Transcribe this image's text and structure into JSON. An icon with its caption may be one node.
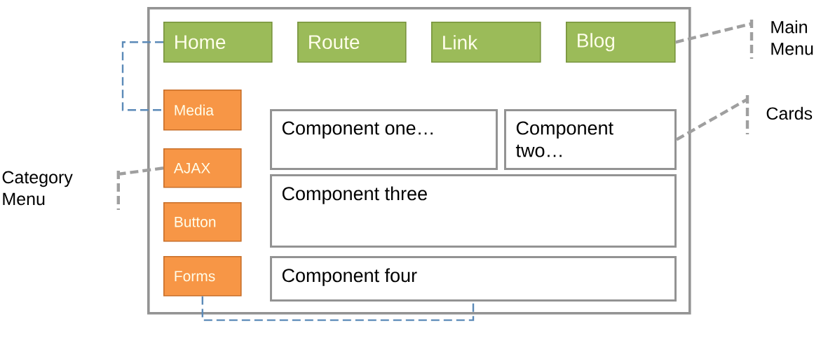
{
  "diagram": {
    "nodes": [
      {
        "text": [],
        "shape": "box"
      },
      {
        "text": [
          "Home"
        ],
        "in": 0
      },
      {
        "text": [
          "Route"
        ],
        "in": 0
      },
      {
        "text": [
          "Link"
        ],
        "in": 0
      },
      {
        "text": [
          "Blog"
        ],
        "in": 0
      },
      {
        "text": [
          "Media"
        ],
        "in": 0
      },
      {
        "text": [
          "AJAX"
        ],
        "in": 0
      },
      {
        "text": [
          "Button"
        ],
        "in": 0
      },
      {
        "text": [
          "Forms"
        ],
        "in": 0
      },
      {
        "text": [
          "Component one…"
        ],
        "in": 0
      },
      {
        "text": [
          "Component two…"
        ],
        "in": 0
      },
      {
        "text": [
          "Component three"
        ],
        "in": 0
      },
      {
        "text": [
          "Component four"
        ],
        "in": 0
      },
      {
        "text": [
          "Main Menu"
        ]
      },
      {
        "text": [
          "Cards"
        ]
      },
      {
        "text": [
          "Category Menu"
        ]
      }
    ],
    "edges": [
      {
        "from": 4,
        "to": 13,
        "arrow": "none",
        "style": "dashed"
      },
      {
        "from": 10,
        "to": 14,
        "arrow": "none",
        "style": "dashed"
      },
      {
        "from": 6,
        "to": 15,
        "arrow": "none",
        "style": "dashed"
      },
      {
        "from": 1,
        "to": 5,
        "arrow": "none",
        "style": "dashed",
        "color": "#5b8ab8"
      },
      {
        "from": 8,
        "to": 12,
        "arrow": "none",
        "style": "dashed",
        "color": "#5b8ab8"
      }
    ]
  }
}
